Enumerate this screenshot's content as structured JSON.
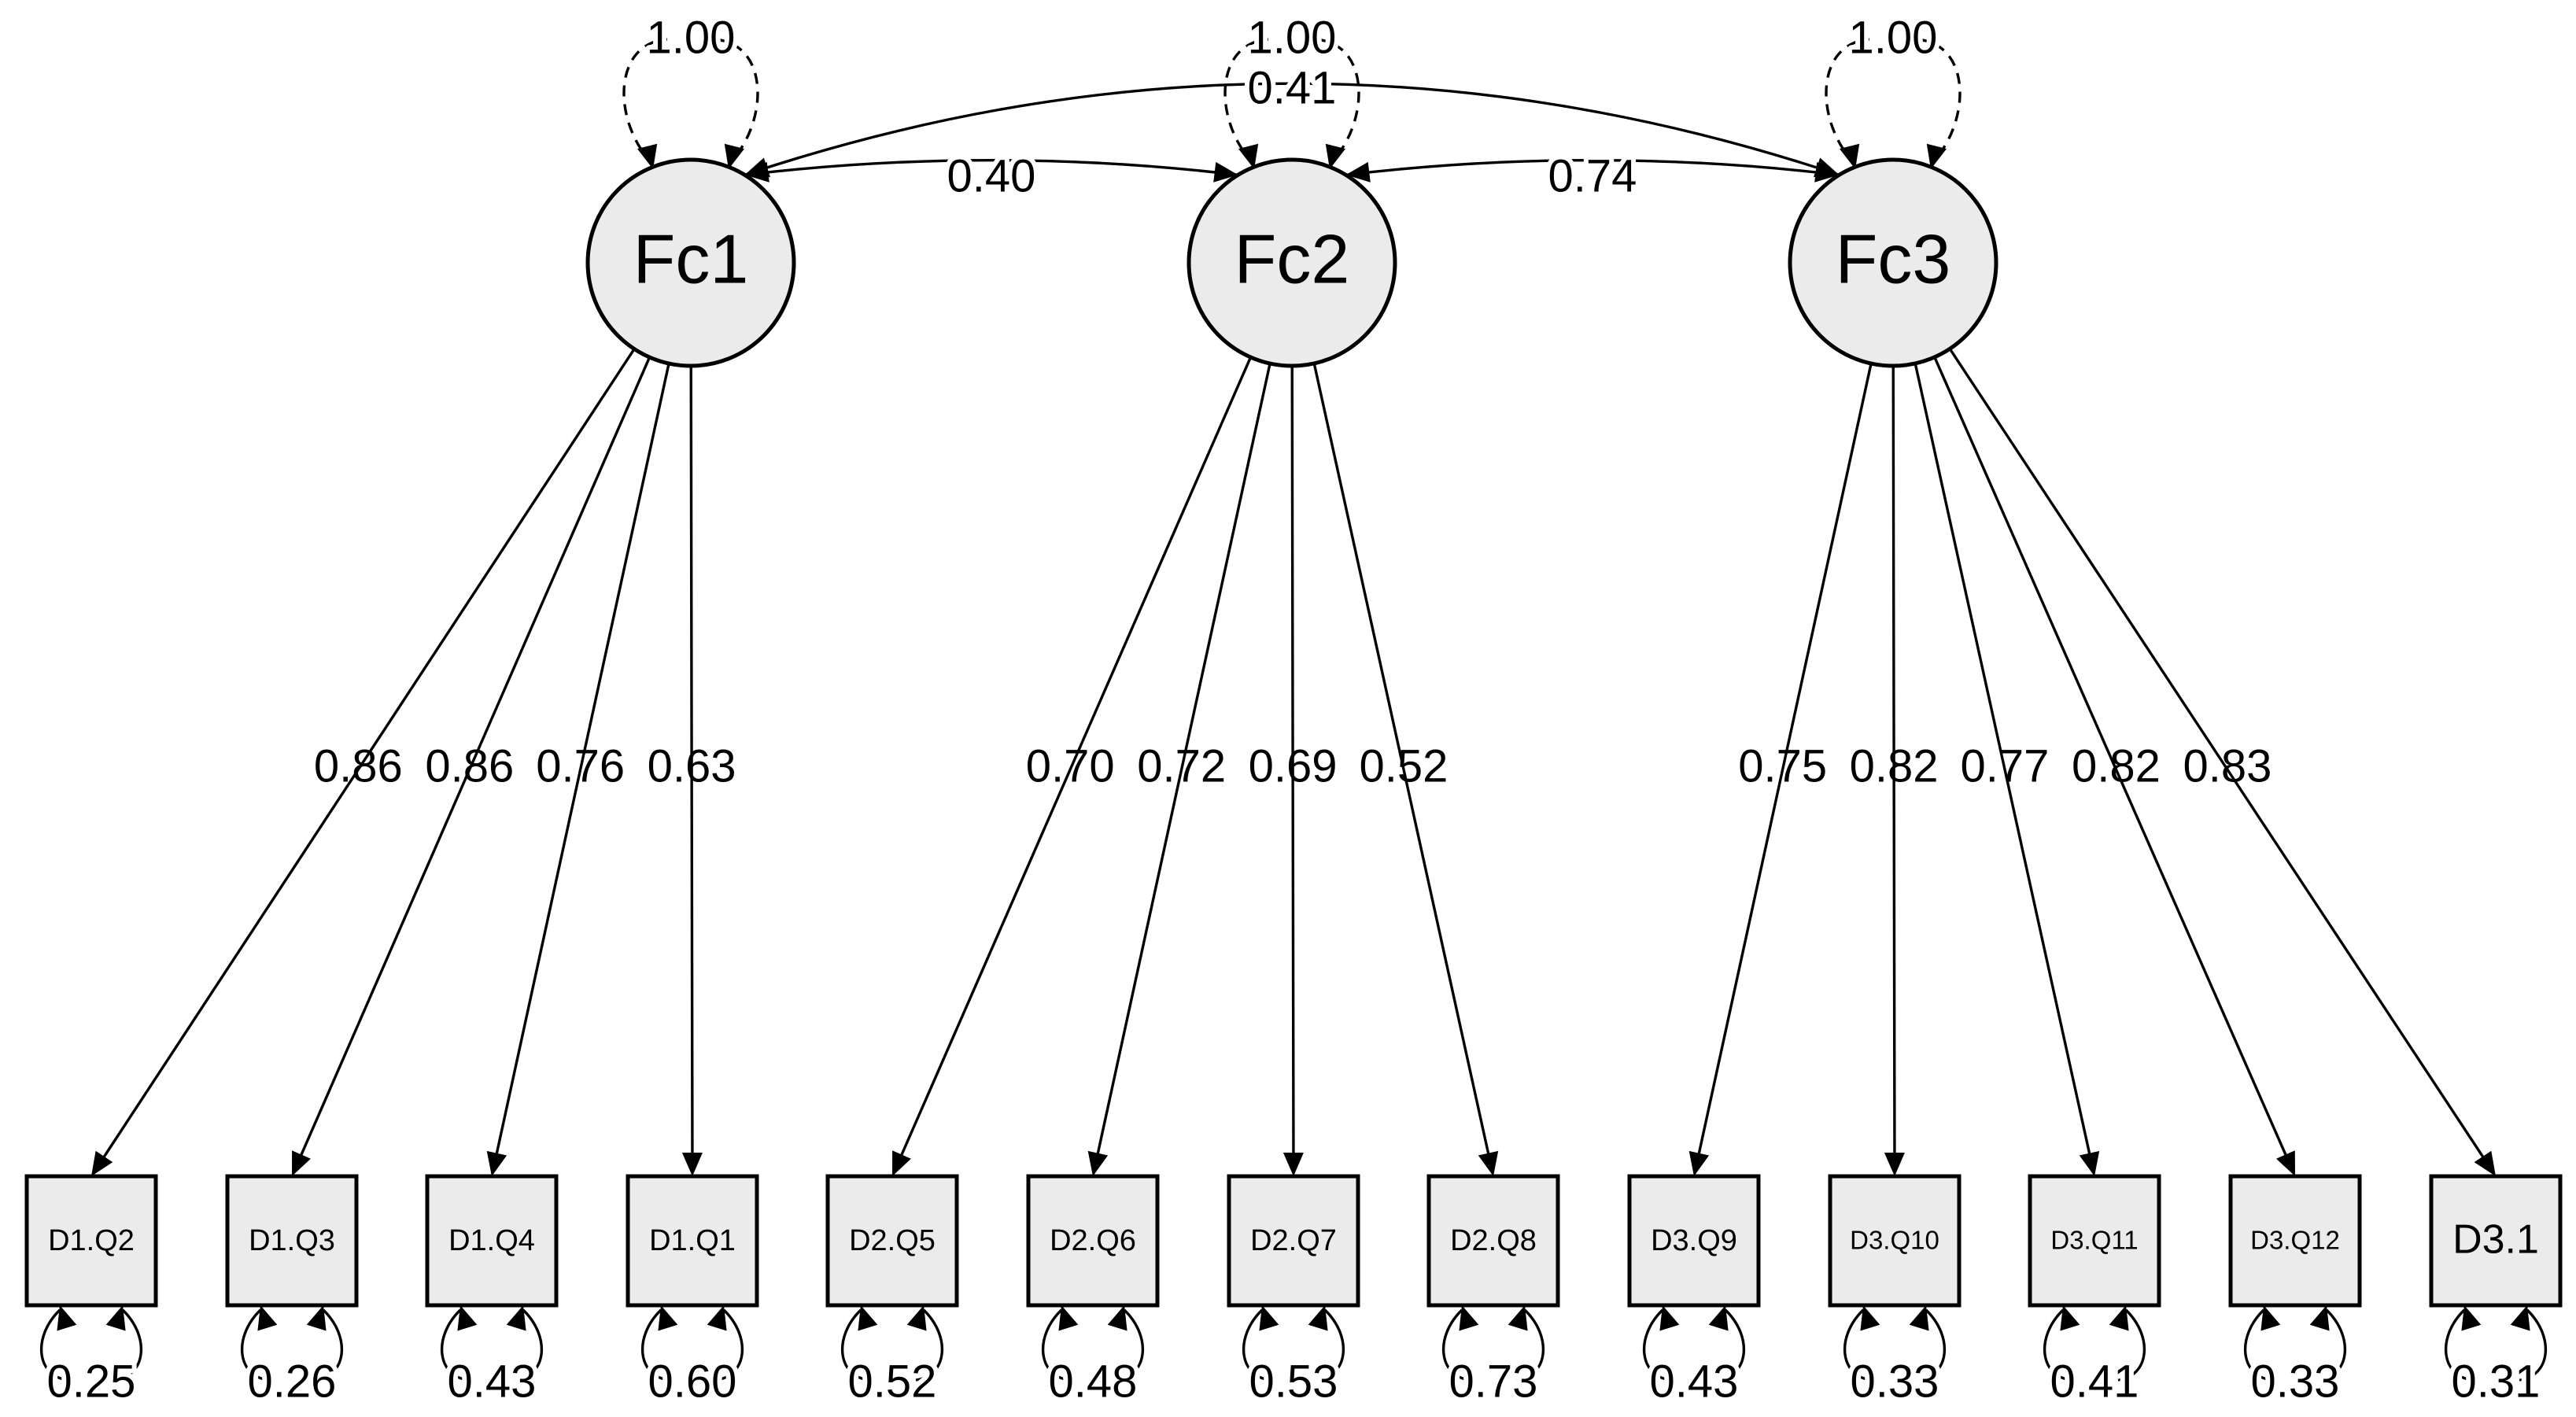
{
  "factors": [
    {
      "name": "Fc1",
      "variance": "1.00"
    },
    {
      "name": "Fc2",
      "variance": "1.00"
    },
    {
      "name": "Fc3",
      "variance": "1.00"
    }
  ],
  "covariances": [
    {
      "from": "Fc1",
      "to": "Fc2",
      "value": "0.40"
    },
    {
      "from": "Fc2",
      "to": "Fc3",
      "value": "0.74"
    },
    {
      "from": "Fc1",
      "to": "Fc3",
      "value": "0.41"
    }
  ],
  "indicators": [
    {
      "name": "D1.Q2",
      "factor": "Fc1",
      "loading": "0.86",
      "residual": "0.25"
    },
    {
      "name": "D1.Q3",
      "factor": "Fc1",
      "loading": "0.86",
      "residual": "0.26"
    },
    {
      "name": "D1.Q4",
      "factor": "Fc1",
      "loading": "0.76",
      "residual": "0.43"
    },
    {
      "name": "D1.Q1",
      "factor": "Fc1",
      "loading": "0.63",
      "residual": "0.60"
    },
    {
      "name": "D2.Q5",
      "factor": "Fc2",
      "loading": "0.70",
      "residual": "0.52"
    },
    {
      "name": "D2.Q6",
      "factor": "Fc2",
      "loading": "0.72",
      "residual": "0.48"
    },
    {
      "name": "D2.Q7",
      "factor": "Fc2",
      "loading": "0.69",
      "residual": "0.53"
    },
    {
      "name": "D2.Q8",
      "factor": "Fc2",
      "loading": "0.52",
      "residual": "0.73"
    },
    {
      "name": "D3.Q9",
      "factor": "Fc3",
      "loading": "0.75",
      "residual": "0.43"
    },
    {
      "name": "D3.Q10",
      "factor": "Fc3",
      "loading": "0.82",
      "residual": "0.33"
    },
    {
      "name": "D3.Q11",
      "factor": "Fc3",
      "loading": "0.77",
      "residual": "0.41"
    },
    {
      "name": "D3.Q12",
      "factor": "Fc3",
      "loading": "0.82",
      "residual": "0.33"
    },
    {
      "name": "D3.1",
      "factor": "Fc3",
      "loading": "0.83",
      "residual": "0.31"
    }
  ]
}
